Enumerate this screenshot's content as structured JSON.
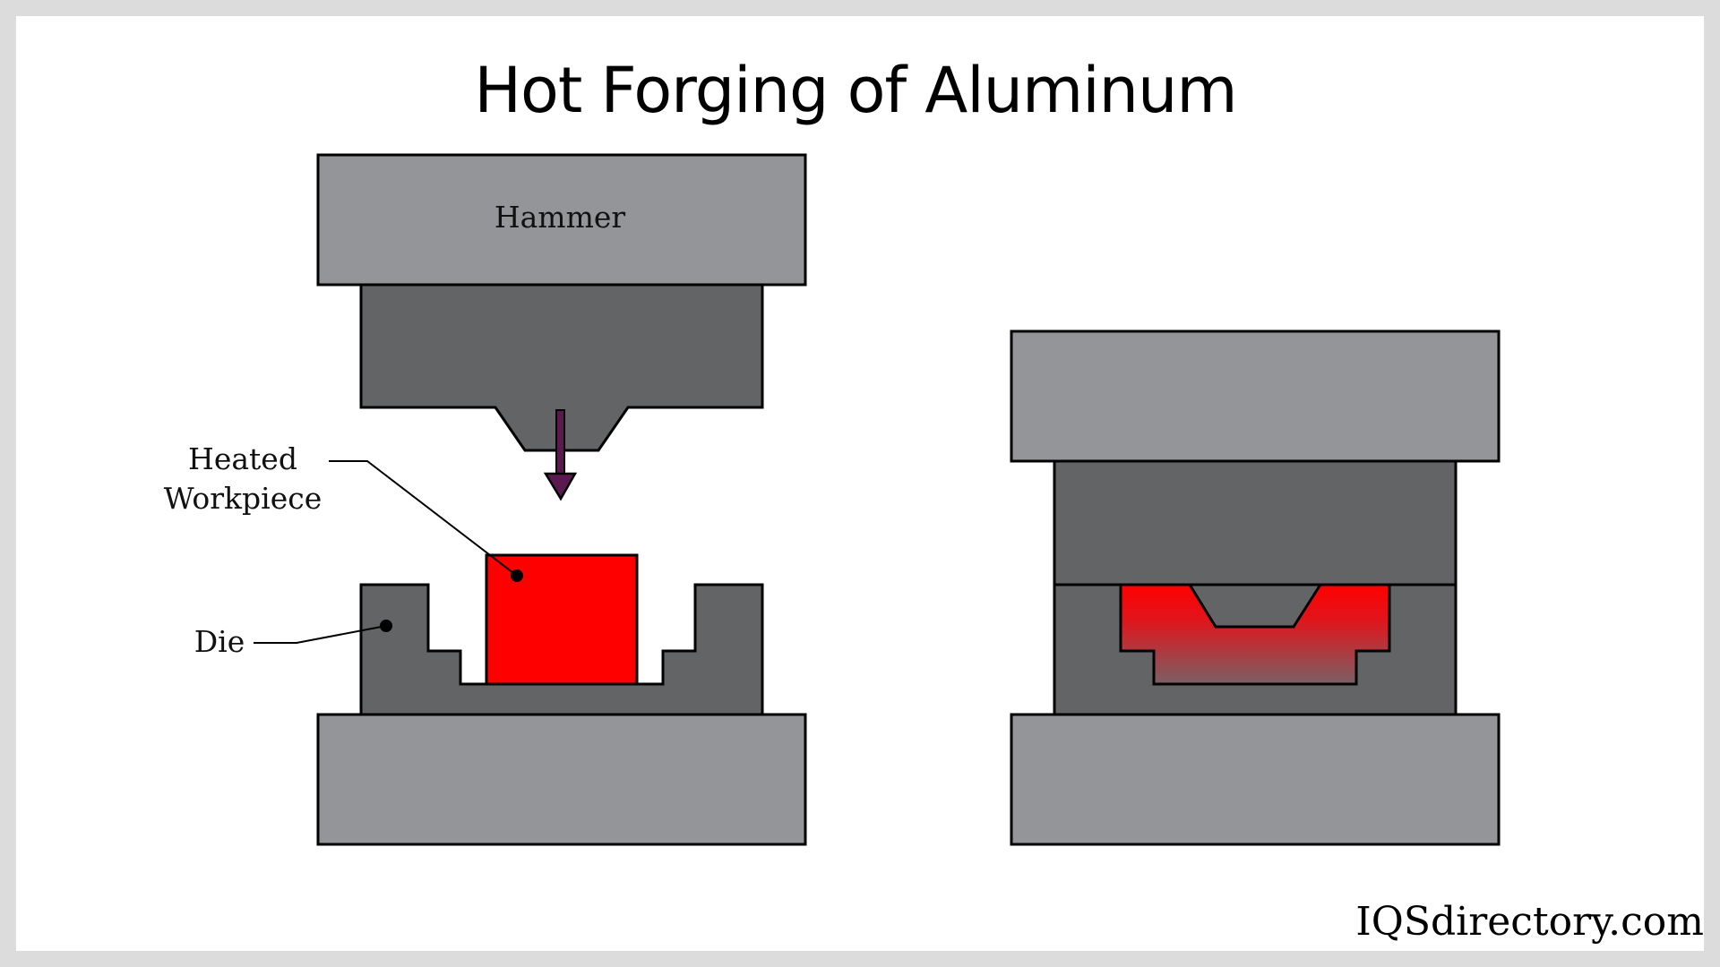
{
  "title": "Hot Forging of Aluminum",
  "labels": {
    "hammer": "Hammer",
    "heated_workpiece_line1": "Heated",
    "heated_workpiece_line2": "Workpiece",
    "die": "Die"
  },
  "watermark": "IQSdirectory.com",
  "colors": {
    "platen": "#939598",
    "die_body": "#636466",
    "workpiece": "#ff0000",
    "arrow": "#5b1a4f",
    "background": "#ffffff",
    "border": "#dcdcdc"
  }
}
